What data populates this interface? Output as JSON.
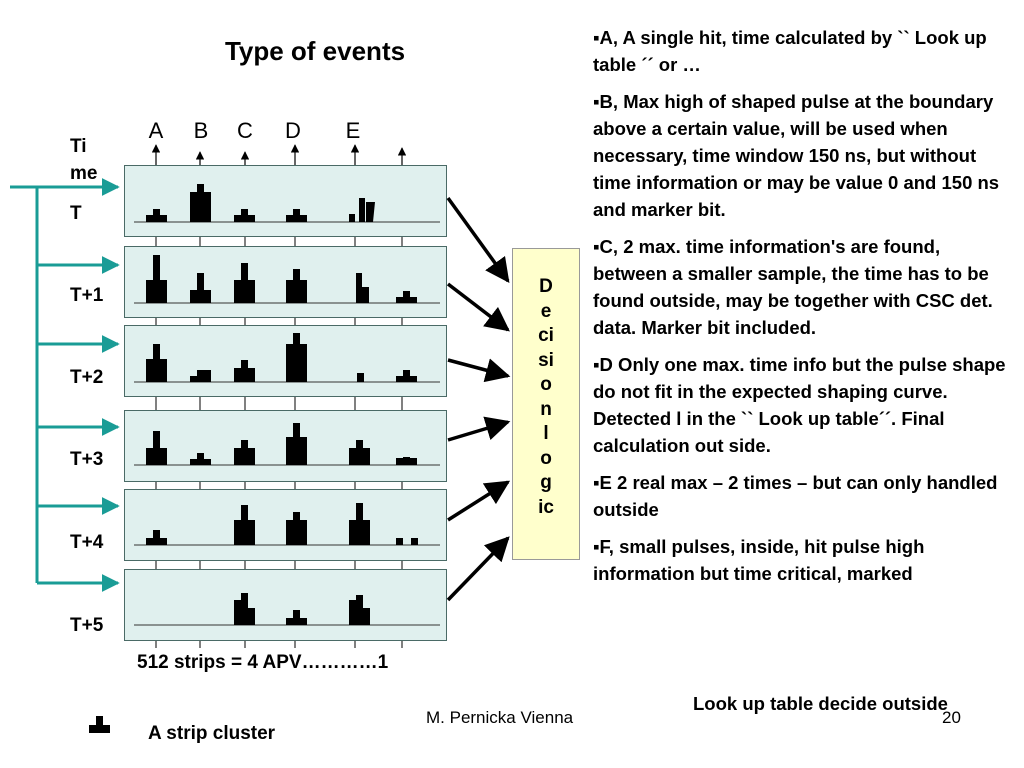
{
  "title": "Type of events",
  "columns": [
    "A",
    "B",
    "C",
    "D",
    "E"
  ],
  "time_label": [
    "Ti",
    "me"
  ],
  "rows": [
    "T",
    "T+1",
    "T+2",
    "T+3",
    "T+4",
    "T+5"
  ],
  "decision_lines": [
    "D",
    "e",
    "ci",
    "si",
    "o",
    "n",
    "l",
    "o",
    "g",
    "ic"
  ],
  "strips_text": "512 strips = 4 APV…………1",
  "legend_text": "A strip cluster",
  "footer": "M. Pernicka Vienna",
  "page_number": "20",
  "notes": [
    "▪A, A single hit, time calculated   by `` Look up table ´´ or …",
    "▪B, Max high of shaped pulse at the boundary above a certain value, will be used when necessary, time window 150 ns, but without time information or may be value 0 and 150 ns and marker bit.",
    "▪C, 2 max. time information's are found, between a smaller sample, the time has to be found outside, may be together with CSC det. data. Marker bit included.",
    "▪D Only one max. time info but the pulse shape do not fit in the expected shaping curve. Detected l in the `` Look up table´´. Final calculation out side.",
    "▪E 2 real max – 2 times – but can only handled outside",
    "▪F, small pulses, inside, hit pulse high information but time critical, marked"
  ],
  "notes_tail": "Look up table decide outside",
  "colors": {
    "panel_bg": "#e0f0ee",
    "decision_bg": "#ffffcc",
    "teal": "#1a9c96"
  }
}
